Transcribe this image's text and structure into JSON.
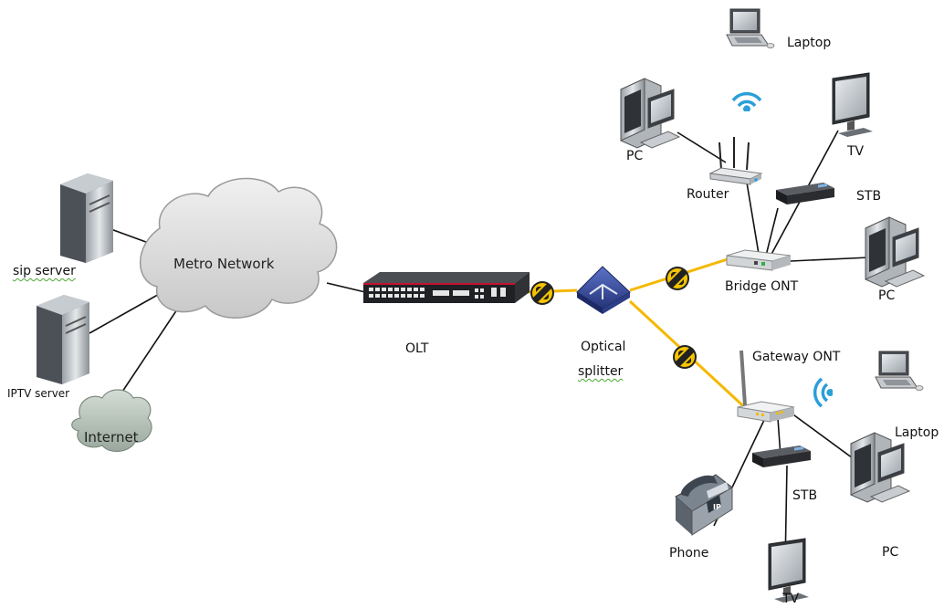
{
  "labels": {
    "sip_server": "sip server",
    "iptv_server": "IPTV server",
    "internet": "Internet",
    "metro_network": "Metro Network",
    "olt": "OLT",
    "optical": "Optical",
    "splitter": "splitter",
    "laptop_top": "Laptop",
    "pc_top": "PC",
    "router": "Router",
    "tv_top": "TV",
    "stb_top": "STB",
    "bridge_ont": "Bridge ONT",
    "pc_bridge": "PC",
    "gateway_ont": "Gateway ONT",
    "laptop_gateway": "Laptop",
    "stb_gateway": "STB",
    "phone": "Phone",
    "pc_gateway": "PC",
    "tv_gateway": "TV"
  },
  "icons": {
    "phone_badge": "IP"
  },
  "colors": {
    "fiber": "#f5b800",
    "copper": "#111111",
    "cloud": "#d9d9d9",
    "cloud_internet": "#b9c4bb",
    "wifi": "#2a9fd8",
    "device_dark": "#2e2e2e",
    "splitter": "#3c4fa0"
  }
}
